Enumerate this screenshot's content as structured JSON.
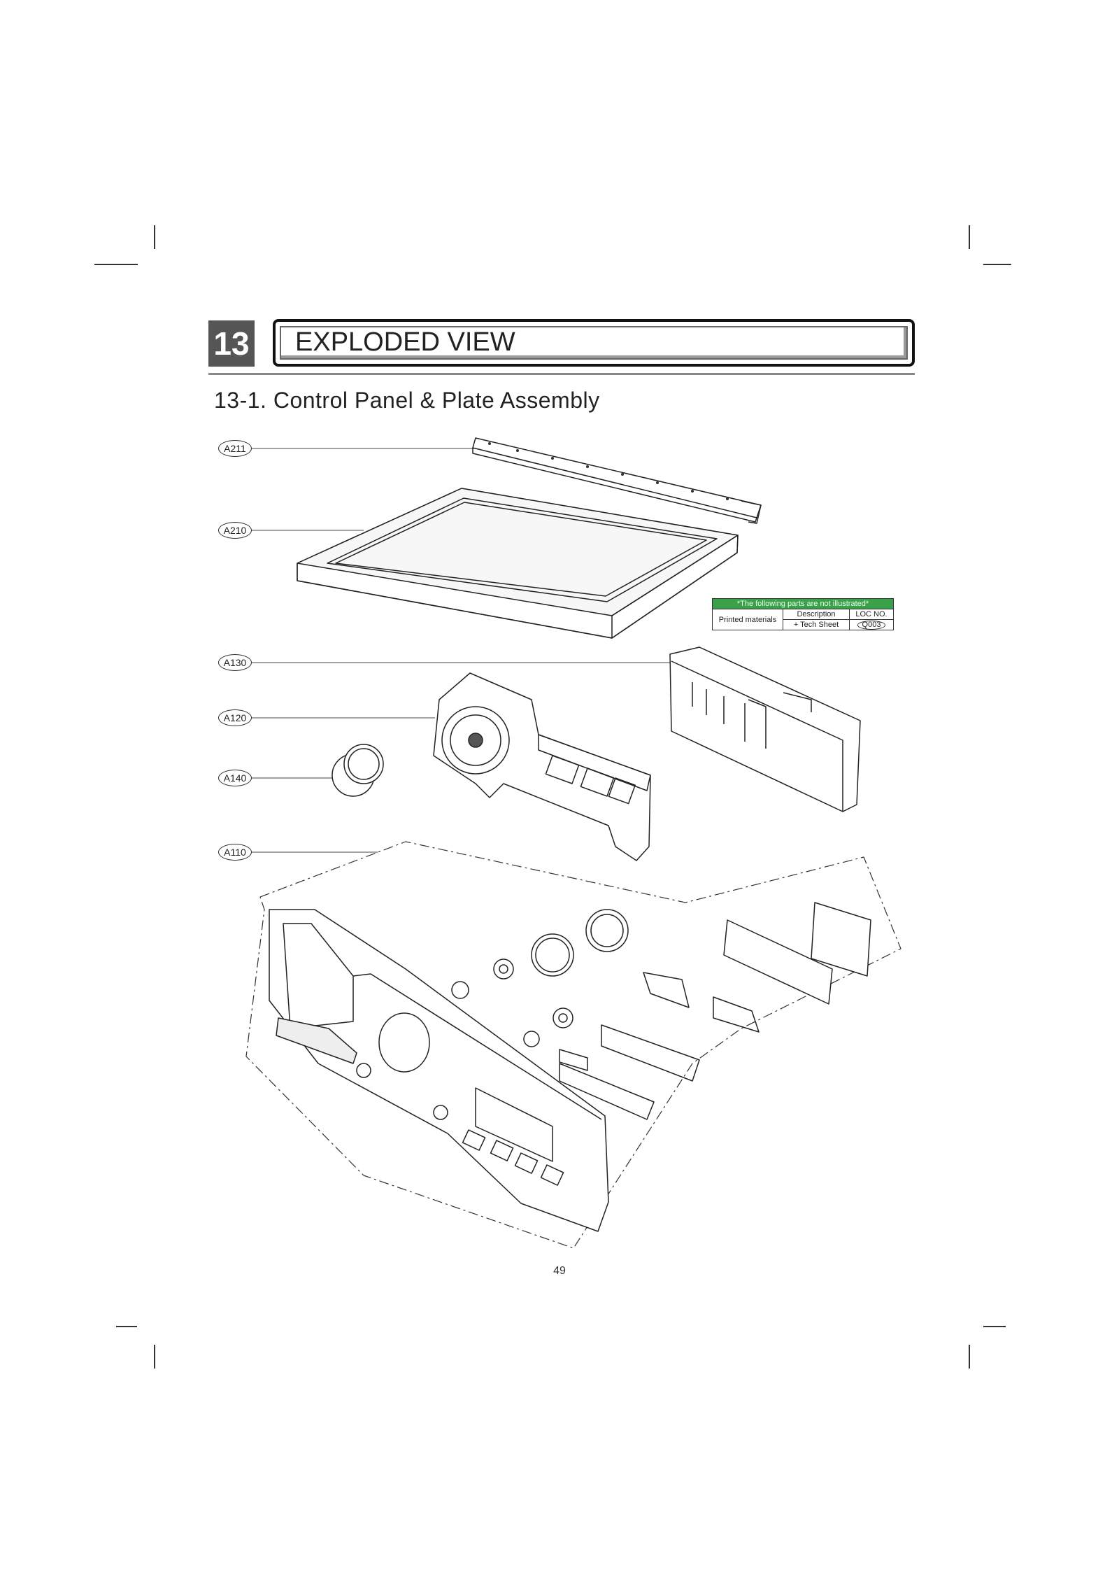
{
  "chapter": {
    "number": "13",
    "title": "EXPLODED VIEW"
  },
  "section": {
    "title": "13-1. Control Panel & Plate Assembly"
  },
  "callouts": {
    "a211": "A211",
    "a210": "A210",
    "a130": "A130",
    "a120": "A120",
    "a140": "A140",
    "a110": "A110"
  },
  "notice": {
    "header": "*The following parts are not illustrated*",
    "category": "Printed materials",
    "col_description": "Description",
    "col_loc": "LOC NO.",
    "item_description": "+ Tech Sheet",
    "item_loc": "Q003"
  },
  "page_number": "49",
  "colors": {
    "notice_header": "#3aa04a",
    "chapter_badge": "#555555"
  }
}
